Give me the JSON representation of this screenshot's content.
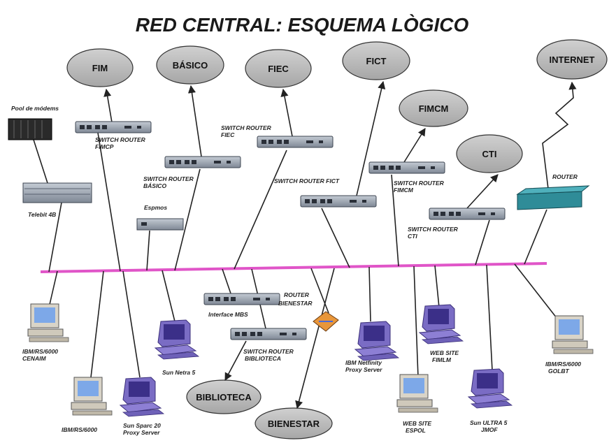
{
  "title": "RED CENTRAL: ESQUEMA LÒGICO",
  "clouds": {
    "fim": "FIM",
    "basico": "BÁSICO",
    "fiec": "FIEC",
    "fict": "FICT",
    "fimcm": "FIMCM",
    "cti": "CTI",
    "internet": "INTERNET",
    "biblioteca": "BIBLIOTECA",
    "bienestar": "BIENESTAR"
  },
  "labels": {
    "pool_modems": "Pool de módems",
    "switch_fimcp_1": "SWITCH ROUTER",
    "switch_fimcp_2": "FIMCP",
    "switch_fiec_1": "SWITCH ROUTER",
    "switch_fiec_2": "FIEC",
    "switch_basico_1": "SWITCH ROUTER",
    "switch_basico_2": "BÁSICO",
    "switch_fict": "SWITCH ROUTER FICT",
    "switch_fimcm_1": "SWITCH ROUTER",
    "switch_fimcm_2": "FIMCM",
    "switch_cti_1": "SWITCH ROUTER",
    "switch_cti_2": "CTI",
    "router": "ROUTER",
    "telebit": "Telebit 4B",
    "espmos": "Espmos",
    "interface_mbs": "Interface MBS",
    "router_bienestar_1": "ROUTER",
    "router_bienestar_2": "BIENESTAR",
    "switch_biblioteca_1": "SWITCH ROUTER",
    "switch_biblioteca_2": "BIBLIOTECA",
    "pc_cenaim_1": "IBM/RS/6000",
    "pc_cenaim_2": "CENAIM",
    "pc_rs6000_left": "IBM/RS/6000",
    "sun_netra": "Sun Netra 5",
    "sun_sparc_1": "Sun Sparc 20",
    "sun_sparc_2": "Proxy Server",
    "ibm_netinfinity_1": "IBM Netfinity",
    "ibm_netinfinity_2": "Proxy Server",
    "web_fimlm_1": "WEB SITE",
    "web_fimlm_2": "FIMLM",
    "web_espol_1": "WEB SITE",
    "web_espol_2": "ESPOL",
    "sun_ultra_1": "Sun ULTRA 5",
    "sun_ultra_2": "JMOF",
    "pc_golbt_1": "IBM/RS/6000",
    "pc_golbt_2": "GOLBT"
  },
  "colors": {
    "cloud_fill": "#b8b8b8",
    "backbone": "#e055c8",
    "switch_body": "#9aa3b0",
    "monitor_blue": "#7da8e8",
    "computer_purple": "#7a6cc4",
    "router_teal": "#2f8c98"
  }
}
